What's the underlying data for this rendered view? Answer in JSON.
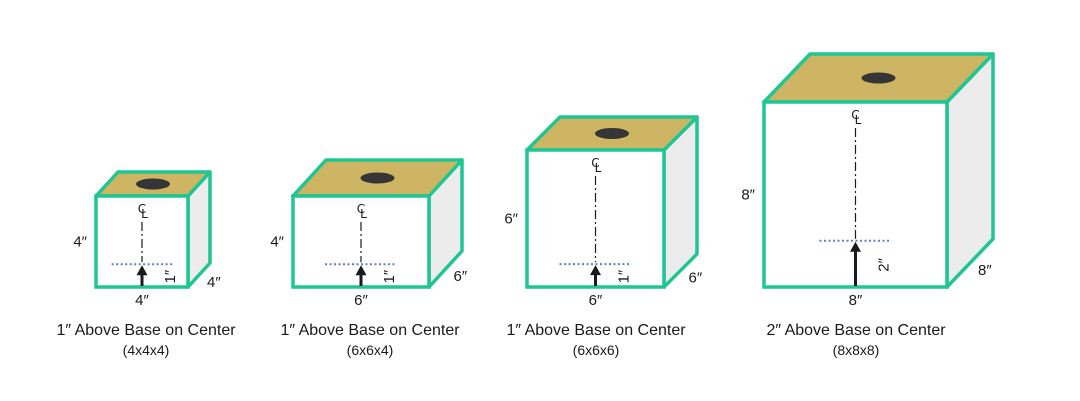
{
  "colors": {
    "outline": "#1fc592",
    "top": "#cdb563",
    "side": "#ececec",
    "hole": "#353535",
    "guide": "#5b7fd6",
    "ink": "#1a1a1a"
  },
  "blocks": [
    {
      "caption": "1″ Above Base on Center",
      "subcaption": "(4x4x4)",
      "width_label": "4″",
      "height_label": "4″",
      "depth_label": "4″",
      "offset_label": "1″",
      "centerline_symbol": "CL",
      "offset_fraction": 0.25
    },
    {
      "caption": "1″ Above Base on Center",
      "subcaption": "(6x6x4)",
      "width_label": "6″",
      "height_label": "4″",
      "depth_label": "6″",
      "offset_label": "1″",
      "centerline_symbol": "CL",
      "offset_fraction": 0.25
    },
    {
      "caption": "1″ Above Base on Center",
      "subcaption": "(6x6x6)",
      "width_label": "6″",
      "height_label": "6″",
      "depth_label": "6″",
      "offset_label": "1″",
      "centerline_symbol": "CL",
      "offset_fraction": 0.1667
    },
    {
      "caption": "2″ Above Base on Center",
      "subcaption": "(8x8x8)",
      "width_label": "8″",
      "height_label": "8″",
      "depth_label": "8″",
      "offset_label": "2″",
      "centerline_symbol": "CL",
      "offset_fraction": 0.25
    }
  ]
}
